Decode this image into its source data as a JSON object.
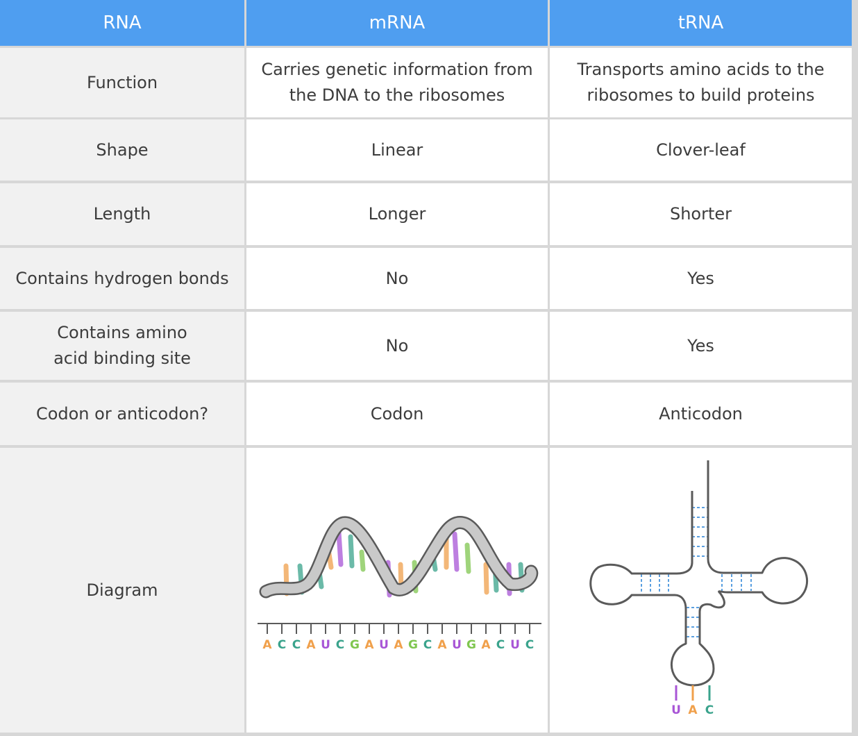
{
  "header": {
    "col1": "RNA",
    "col2": "mRNA",
    "col3": "tRNA"
  },
  "rows": [
    {
      "label": "Function",
      "mrna": "Carries genetic information from the DNA to the ribosomes",
      "trna": "Transports amino acids to the ribosomes to build proteins"
    },
    {
      "label": "Shape",
      "mrna": "Linear",
      "trna": "Clover-leaf"
    },
    {
      "label": "Length",
      "mrna": "Longer",
      "trna": "Shorter"
    },
    {
      "label": "Contains hydrogen bonds",
      "mrna": "No",
      "trna": "Yes"
    },
    {
      "label": "Contains amino acid binding site",
      "mrna": "No",
      "trna": "Yes"
    },
    {
      "label": "Codon or anticodon?",
      "mrna": "Codon",
      "trna": "Anticodon"
    }
  ],
  "diagram_row": {
    "label": "Diagram"
  },
  "mrna_diagram": {
    "bases": [
      "A",
      "C",
      "C",
      "A",
      "U",
      "C",
      "G",
      "A",
      "U",
      "A",
      "G",
      "C",
      "A",
      "U",
      "G",
      "A",
      "C",
      "U",
      "C"
    ]
  },
  "trna_diagram": {
    "anticodon": [
      "U",
      "A",
      "C"
    ]
  },
  "colors": {
    "header": "#4f9ef0",
    "label_bg": "#f1f1f1",
    "grid": "#d7d7d7",
    "base_A": "#f0a04b",
    "base_C": "#3aa38c",
    "base_G": "#7fc64f",
    "base_U": "#a855d6",
    "hbond": "#5a9fe0"
  }
}
